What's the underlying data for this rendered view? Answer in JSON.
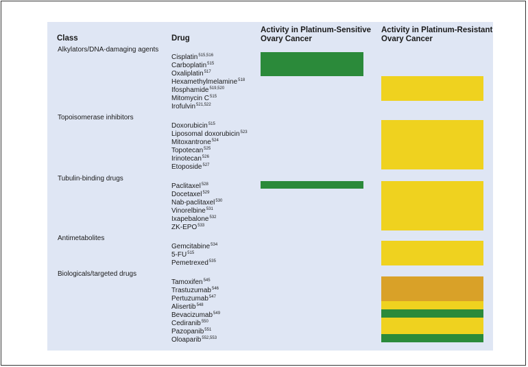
{
  "headers": {
    "class": "Class",
    "drug": "Drug",
    "sensitive_line1": "Activity in Platinum-Sensitive",
    "sensitive_line2": "Ovary Cancer",
    "resistant_line1": "Activity in Platinum-Resistant",
    "resistant_line2": "Ovary Cancer"
  },
  "classes": [
    {
      "label": "Alkylators/DNA-damaging agents"
    },
    {
      "label": "Topoisomerase inhibitors"
    },
    {
      "label": "Tubulin-binding drugs"
    },
    {
      "label": "Antimetabolites"
    },
    {
      "label": "Biologicals/targeted drugs"
    }
  ],
  "drugs": [
    {
      "name": "Cisplatin",
      "ref": "515,516"
    },
    {
      "name": "Carboplatin",
      "ref": "515"
    },
    {
      "name": "Oxaliplatin",
      "ref": "517"
    },
    {
      "name": "Hexamethylmelamine",
      "ref": "518"
    },
    {
      "name": "Ifosphamide",
      "ref": "519,520"
    },
    {
      "name": "Mitomycin C",
      "ref": "515"
    },
    {
      "name": "Irofulvin",
      "ref": "521,522"
    },
    {
      "name": "Doxorubicin",
      "ref": "515"
    },
    {
      "name": "Liposomal doxorubicin",
      "ref": "523"
    },
    {
      "name": "Mitoxantrone",
      "ref": "524"
    },
    {
      "name": "Topotecan",
      "ref": "525"
    },
    {
      "name": "Irinotecan",
      "ref": "526"
    },
    {
      "name": "Etoposide",
      "ref": "527"
    },
    {
      "name": "Paclitaxel",
      "ref": "528"
    },
    {
      "name": "Docetaxel",
      "ref": "529"
    },
    {
      "name": "Nab-paclitaxel",
      "ref": "530"
    },
    {
      "name": "Vinorelbine",
      "ref": "531"
    },
    {
      "name": "Ixapebalone",
      "ref": "532"
    },
    {
      "name": "ZK-EPO",
      "ref": "533"
    },
    {
      "name": "Gemcitabine",
      "ref": "534"
    },
    {
      "name": "5-FU",
      "ref": "515"
    },
    {
      "name": "Pemetrexed",
      "ref": "535"
    },
    {
      "name": "Tamoxifen",
      "ref": "545"
    },
    {
      "name": "Trastuzumab",
      "ref": "546"
    },
    {
      "name": "Pertuzumab",
      "ref": "547"
    },
    {
      "name": "Alisertib",
      "ref": "548"
    },
    {
      "name": "Bevacizumab",
      "ref": "549"
    },
    {
      "name": "Cediranib",
      "ref": "550"
    },
    {
      "name": "Pazopanib",
      "ref": "551"
    },
    {
      "name": "Oloaparib",
      "ref": "552,553"
    }
  ],
  "colors": {
    "panel": "#dfe6f4",
    "green": "#2b8a3a",
    "yellow": "#efd21f",
    "orange": "#d9a128"
  }
}
